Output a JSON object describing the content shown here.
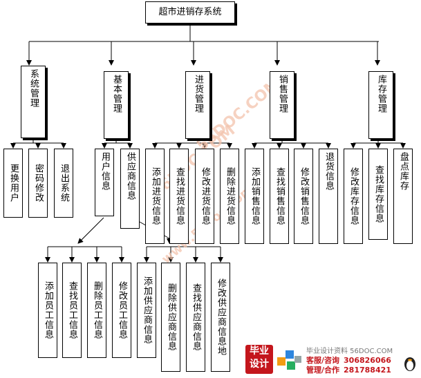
{
  "root": "超市进销存系统",
  "modules": [
    {
      "label": "系统管理",
      "children": [
        "更换用户",
        "密码修改",
        "退出系统"
      ]
    },
    {
      "label": "基本管理",
      "children": [
        "用户信息",
        "供应商信息"
      ]
    },
    {
      "label": "进货管理",
      "children": [
        "添加进货信息",
        "查找进货信息",
        "修改进货信息",
        "删除进货信息"
      ]
    },
    {
      "label": "销售管理",
      "children": [
        "添加销售信息",
        "查找销售信息",
        "修改销售信息",
        "退货信息"
      ]
    },
    {
      "label": "库存管理",
      "children": [
        "修改库存信息",
        "查找库存信息",
        "盘点库存"
      ]
    }
  ],
  "user_ops": [
    "添加员工信息",
    "查找员工信息",
    "删除员工信息",
    "修改员工信息"
  ],
  "supplier_ops": [
    "添加供应商信息",
    "删除供应商信息",
    "查找供应商信息",
    "修改供应商信息地"
  ],
  "watermark": {
    "text_a": "56DOC.COM",
    "text_b": "www.56doc.com"
  },
  "branding": {
    "logo_text": "毕业设计",
    "site_text": "毕业设计资料 56DOC.COM",
    "service_label": "客服/咨询",
    "service_qq": "306826066",
    "manage_label": "管理/合作",
    "manage_qq": "281788421"
  }
}
